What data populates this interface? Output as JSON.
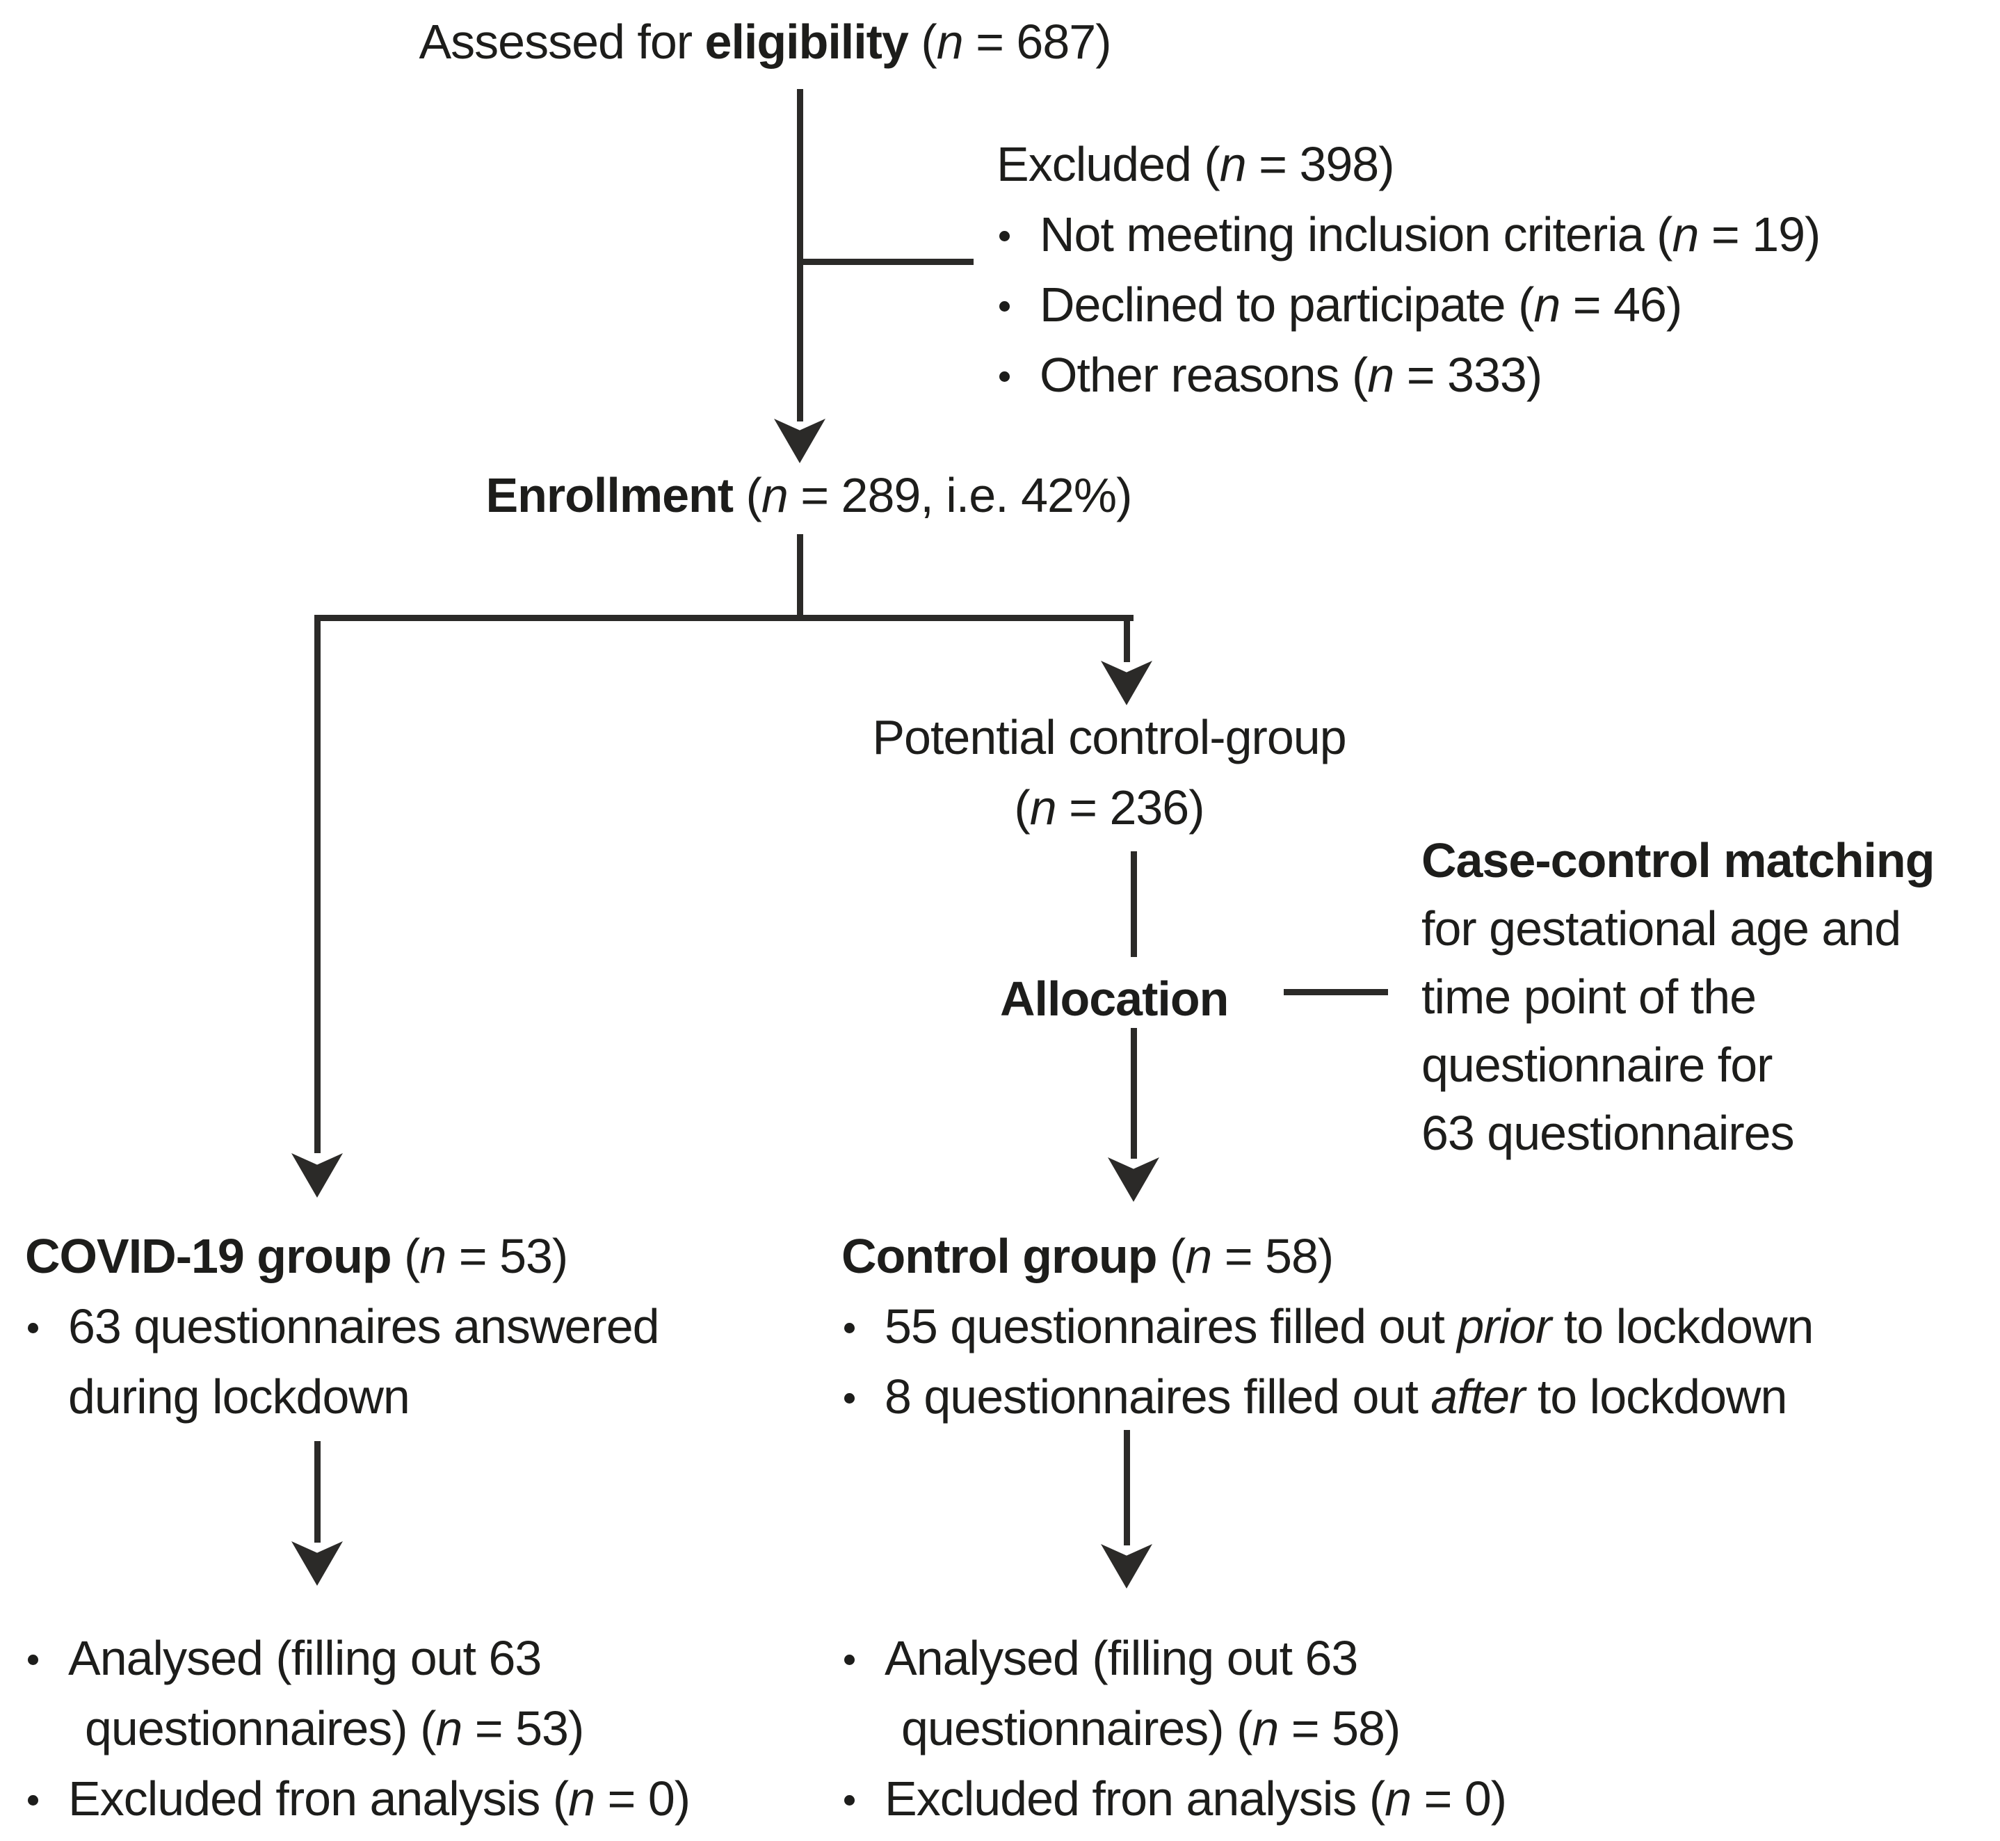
{
  "colors": {
    "text": "#1d1d1b",
    "line": "#2b2a28",
    "background": "#ffffff"
  },
  "diagram": {
    "assessed": {
      "runs": [
        {
          "t": "Assessed for "
        },
        {
          "t": "eligibility",
          "b": true
        },
        {
          "t": " ("
        },
        {
          "t": "n",
          "i": true
        },
        {
          "t": " = 687)"
        }
      ]
    },
    "excluded": {
      "heading": [
        {
          "t": "Excluded ("
        },
        {
          "t": "n",
          "i": true
        },
        {
          "t": " = 398)"
        }
      ],
      "items": [
        {
          "lines": [
            [
              {
                "t": "Not meeting inclusion criteria ("
              },
              {
                "t": "n",
                "i": true
              },
              {
                "t": " = 19)"
              }
            ]
          ]
        },
        {
          "lines": [
            [
              {
                "t": "Declined to participate ("
              },
              {
                "t": "n",
                "i": true
              },
              {
                "t": " = 46)"
              }
            ]
          ]
        },
        {
          "lines": [
            [
              {
                "t": "Other reasons ("
              },
              {
                "t": "n",
                "i": true
              },
              {
                "t": " = 333)"
              }
            ]
          ]
        }
      ]
    },
    "enrollment": {
      "runs": [
        {
          "t": "Enrollment",
          "b": true
        },
        {
          "t": " ("
        },
        {
          "t": "n",
          "i": true
        },
        {
          "t": " = 289, i.e. 42%)"
        }
      ]
    },
    "potential_control": {
      "lines": [
        [
          {
            "t": "Potential control-group"
          }
        ],
        [
          {
            "t": "("
          },
          {
            "t": "n",
            "i": true
          },
          {
            "t": " = 236)"
          }
        ]
      ]
    },
    "allocation": {
      "runs": [
        {
          "t": "Allocation",
          "b": true
        }
      ]
    },
    "case_control_note": {
      "lines": [
        [
          {
            "t": "Case-control matching",
            "b": true
          }
        ],
        [
          {
            "t": "for gestational age and"
          }
        ],
        [
          {
            "t": "time point of the"
          }
        ],
        [
          {
            "t": "questionnaire for"
          }
        ],
        [
          {
            "t": "63 questionnaires"
          }
        ]
      ]
    },
    "covid_group": {
      "heading": [
        {
          "t": "COVID-19 group",
          "b": true
        },
        {
          "t": " ("
        },
        {
          "t": "n",
          "i": true
        },
        {
          "t": " = 53)"
        }
      ],
      "items": [
        {
          "lines": [
            [
              {
                "t": "63 questionnaires answered"
              }
            ],
            [
              {
                "t": "during lockdown"
              }
            ]
          ]
        }
      ]
    },
    "control_group": {
      "heading": [
        {
          "t": "Control group",
          "b": true
        },
        {
          "t": " ("
        },
        {
          "t": "n",
          "i": true
        },
        {
          "t": " = 58)"
        }
      ],
      "items": [
        {
          "lines": [
            [
              {
                "t": "55 questionnaires filled out "
              },
              {
                "t": "prior",
                "i": true
              },
              {
                "t": " to lockdown"
              }
            ]
          ]
        },
        {
          "lines": [
            [
              {
                "t": "8 questionnaires filled out "
              },
              {
                "t": "after",
                "i": true
              },
              {
                "t": " to lockdown"
              }
            ]
          ]
        }
      ]
    },
    "covid_analysed": {
      "items": [
        {
          "lines": [
            [
              {
                "t": "Analysed (filling out 63"
              }
            ],
            [
              {
                "t": "questionnaires) ("
              },
              {
                "t": "n",
                "i": true
              },
              {
                "t": " = 53)"
              }
            ]
          ]
        },
        {
          "lines": [
            [
              {
                "t": "Excluded fron analysis ("
              },
              {
                "t": "n",
                "i": true
              },
              {
                "t": " = 0)"
              }
            ]
          ]
        }
      ]
    },
    "control_analysed": {
      "items": [
        {
          "lines": [
            [
              {
                "t": "Analysed (filling out 63"
              }
            ],
            [
              {
                "t": "questionnaires) ("
              },
              {
                "t": "n",
                "i": true
              },
              {
                "t": " = 58)"
              }
            ]
          ]
        },
        {
          "lines": [
            [
              {
                "t": "Excluded fron analysis ("
              },
              {
                "t": "n",
                "i": true
              },
              {
                "t": " = 0)"
              }
            ]
          ]
        }
      ]
    }
  }
}
